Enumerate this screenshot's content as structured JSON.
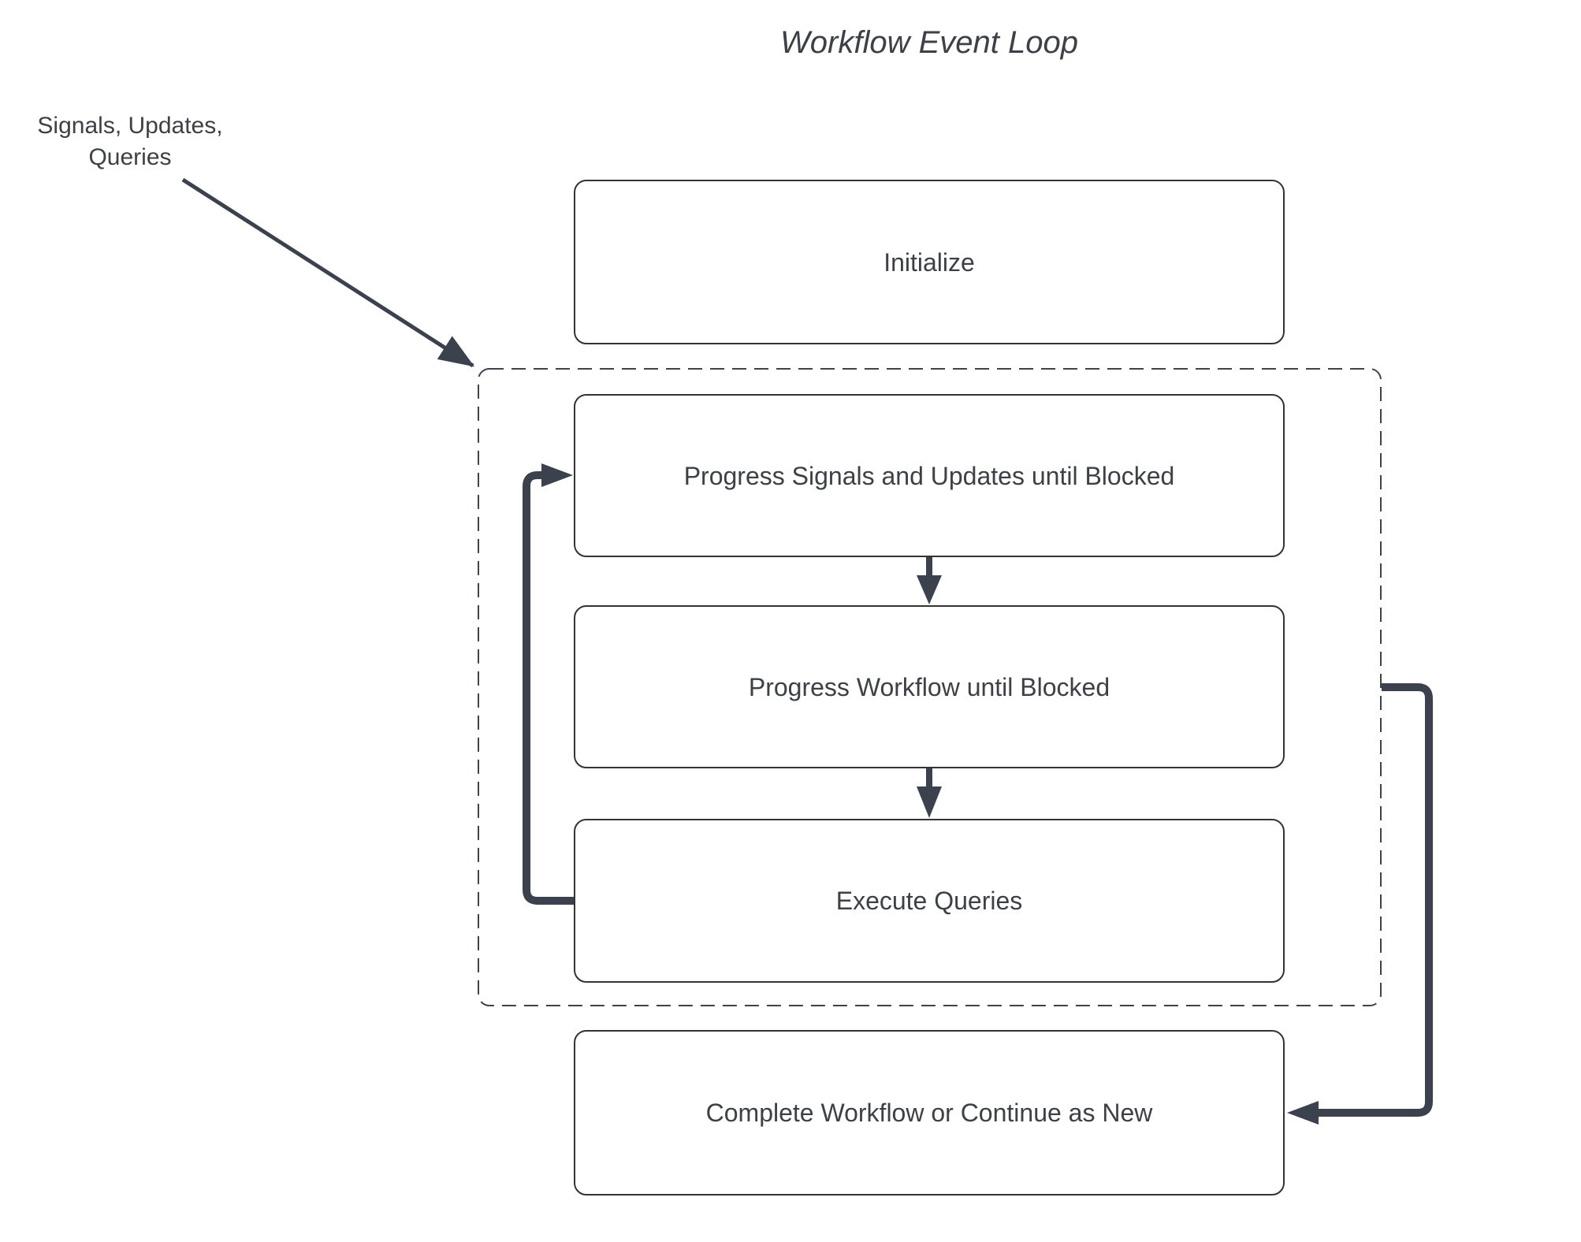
{
  "title": "Workflow Event Loop",
  "annotation": {
    "lines": [
      "Signals, Updates,",
      "Queries"
    ]
  },
  "nodes": {
    "initialize": {
      "label": "Initialize"
    },
    "progress_signals": {
      "label": "Progress Signals and Updates until Blocked"
    },
    "progress_workflow": {
      "label": "Progress Workflow until Blocked"
    },
    "execute_queries": {
      "label": "Execute Queries"
    },
    "complete": {
      "label": "Complete Workflow or Continue as New"
    }
  },
  "container": {
    "name": "event-loop-boundary",
    "style": "dashed"
  },
  "edges": [
    {
      "from": "annotation-signals-updates-queries",
      "to": "event-loop-boundary",
      "style": "thin-diagonal-arrow"
    },
    {
      "from": "progress_signals",
      "to": "progress_workflow",
      "style": "down-arrow"
    },
    {
      "from": "progress_workflow",
      "to": "execute_queries",
      "style": "down-arrow"
    },
    {
      "from": "execute_queries",
      "to": "progress_signals",
      "style": "thick-elbow-loop-left"
    },
    {
      "from": "event-loop-boundary",
      "to": "complete",
      "style": "thick-elbow-right"
    }
  ],
  "colors": {
    "accent_line": "#3b424e",
    "box_border": "#333333",
    "dashed_border": "#3e434b",
    "text": "#3d4046",
    "background": "#ffffff"
  }
}
